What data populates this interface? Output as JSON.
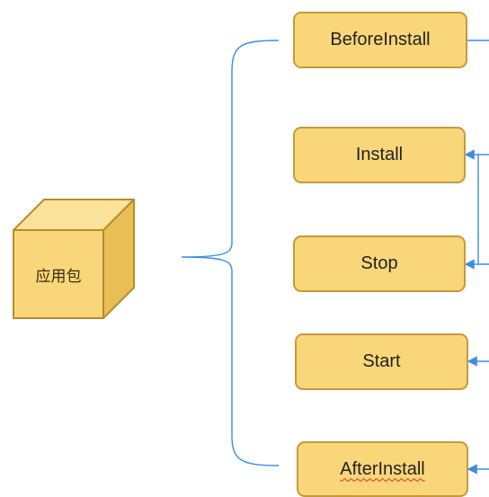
{
  "package": {
    "label": "应用包"
  },
  "nodes": [
    {
      "id": "beforeinstall",
      "label": "BeforeInstall"
    },
    {
      "id": "install",
      "label": "Install"
    },
    {
      "id": "stop",
      "label": "Stop"
    },
    {
      "id": "start",
      "label": "Start"
    },
    {
      "id": "afterinstall",
      "label": "AfterInstall"
    }
  ],
  "colors": {
    "node_fill": "#f9d679",
    "node_border": "#c69a3a",
    "cube_front": "#f9d679",
    "cube_top": "#fbe29a",
    "cube_side": "#e8bf55",
    "connector": "#3b8ee6"
  }
}
